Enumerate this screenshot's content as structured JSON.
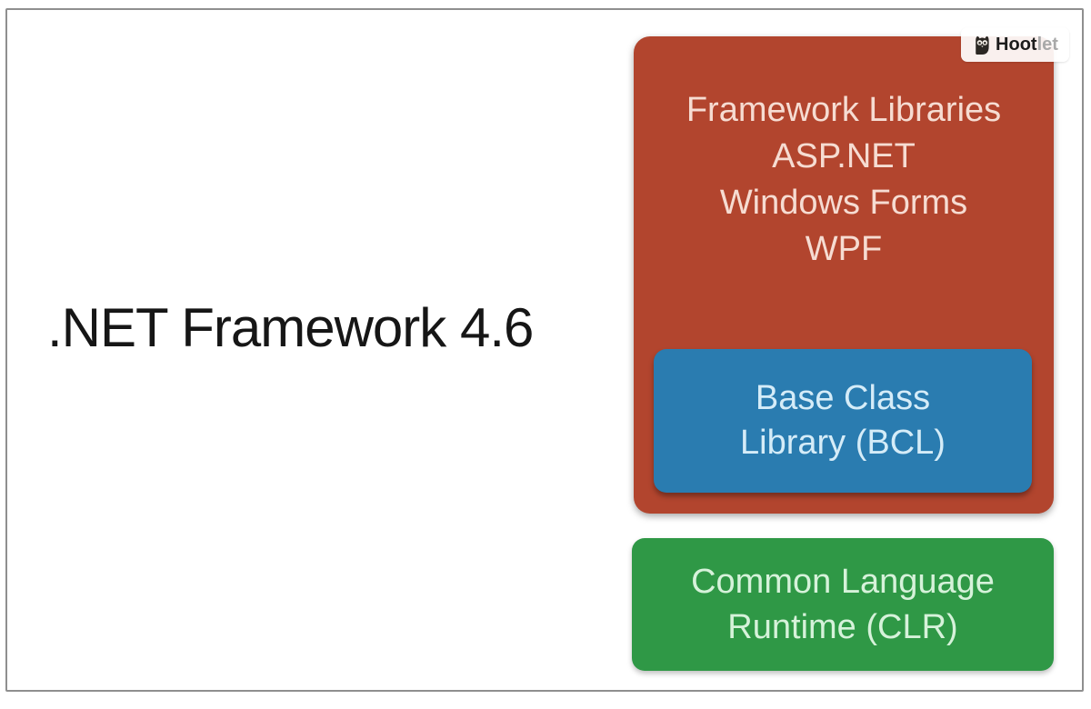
{
  "page": {
    "background": "#ffffff",
    "frame_border_color": "#8f8f8f"
  },
  "title": {
    "text": ".NET Framework 4.6",
    "color": "#161616"
  },
  "diagram": {
    "framework_box": {
      "color": "#b2452e",
      "text_color": "#f6dcd2",
      "lines": [
        "Framework Libraries",
        "ASP.NET",
        "Windows Forms",
        "WPF"
      ]
    },
    "bcl_box": {
      "color": "#2a7cb0",
      "text_color": "#d5ecf8",
      "lines": [
        "Base Class",
        "Library (BCL)"
      ]
    },
    "clr_box": {
      "color": "#2f9846",
      "text_color": "#d6f2da",
      "lines": [
        "Common Language",
        "Runtime (CLR)"
      ]
    }
  },
  "badge": {
    "icon": "hootsuite-owl-icon",
    "background": "#ffffff",
    "brand_bold": "Hoot",
    "brand_light": "let",
    "brand_bold_color": "#1c1c1c",
    "brand_light_color": "#a9a9a9"
  }
}
